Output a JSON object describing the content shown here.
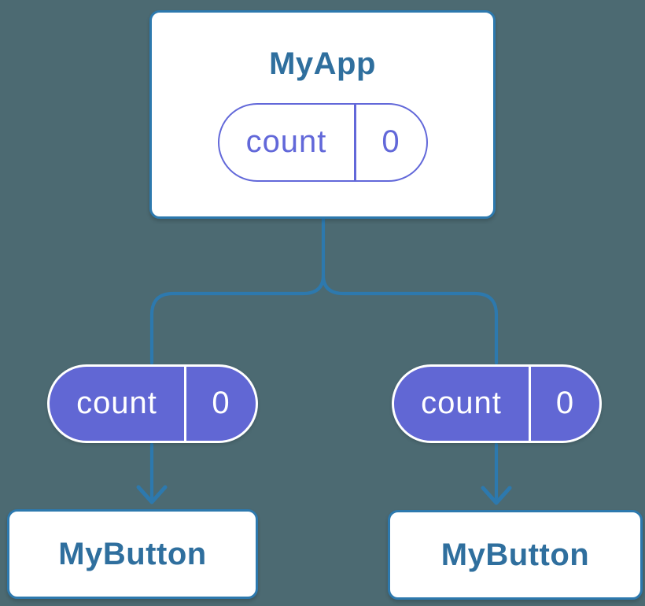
{
  "diagram": {
    "parent": {
      "title": "MyApp",
      "state_pill": {
        "label": "count",
        "value": "0"
      }
    },
    "children": [
      {
        "title": "MyButton",
        "prop_pill": {
          "label": "count",
          "value": "0"
        }
      },
      {
        "title": "MyButton",
        "prop_pill": {
          "label": "count",
          "value": "0"
        }
      }
    ]
  },
  "colors": {
    "background": "#4c6a72",
    "card_fill": "#ffffff",
    "line_blue": "#2d79ae",
    "text_blue": "#2f6f9e",
    "purple_outline": "#6268d9",
    "purple_fill": "#6167d4",
    "pill_text_on_fill": "#ffffff"
  }
}
